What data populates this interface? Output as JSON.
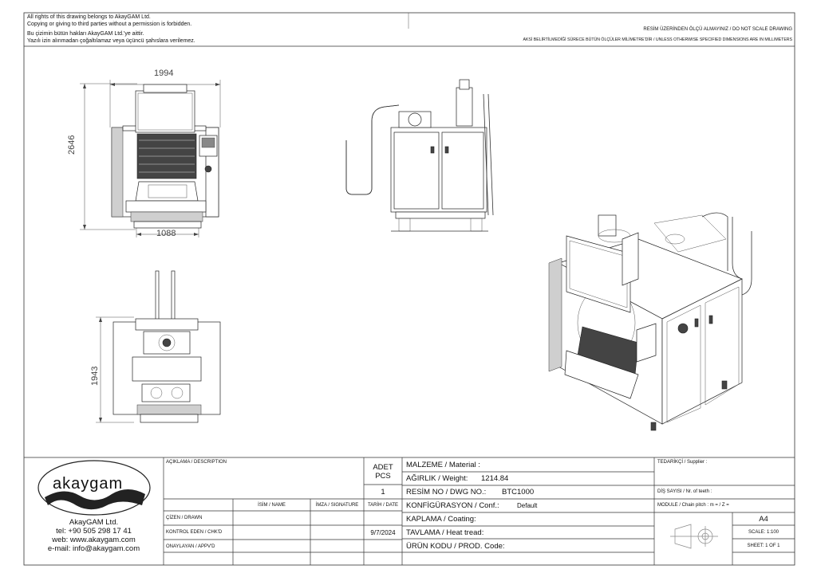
{
  "header": {
    "rights_en": "All rights of this drawing belongs to AkayGAM Ltd.",
    "copy_en": "Copying or giving to third parties without a permission is forbidden.",
    "rights_tr": "Bu çizimin bütün hakları AkayGAM Ltd.'ye aittir.",
    "copy_tr": "Yazılı izin alınmadan çoğaltılamaz veya üçüncü şahıslara verilemez.",
    "no_scale": "RESİM ÜZERİNDEN ÖLÇÜ ALMAYINIZ / DO NOT SCALE DRAWING",
    "units_note": "AKSİ BELİRTİLMEDİĞİ SÜRECE BÜTÜN ÖLÇÜLER MİLİMETRE'DİR / UNLESS OTHERWISE SPECIFIED DIMENSIONS ARE IN MILLIMETERS"
  },
  "dimensions": {
    "front_width": "1994",
    "front_height": "2646",
    "front_base": "1088",
    "top_height": "1943"
  },
  "title_block": {
    "logo_text": "akaygam",
    "company": "AkayGAM Ltd.",
    "tel": "tel: +90 505 298 17 41",
    "web": "web: www.akaygam.com",
    "email": "e-mail: info@akaygam.com",
    "description_label": "AÇIKLAMA / DESCRIPTION",
    "adet_label": "ADET",
    "pcs_label": "PCS",
    "qty": "1",
    "name_label": "İSİM / NAME",
    "signature_label": "İMZA / SIGNATURE",
    "date_label": "TARİH / DATE",
    "drawn_label": "ÇİZEN / DRAWN",
    "checked_label": "KONTROL EDEN / CHK'D",
    "approved_label": "ONAYLAYAN / APPV'D",
    "date": "9/7/2024",
    "material_label": "MALZEME / Material :",
    "weight_label": "AĞIRLIK / Weight:",
    "weight": "1214.84",
    "dwg_label": "RESİM NO / DWG NO.:",
    "dwg_no": "BTC1000",
    "conf_label": "KONFİGÜRASYON / Conf.:",
    "conf": "Default",
    "coating_label": "KAPLAMA / Coating:",
    "heat_label": "TAVLAMA / Heat tread:",
    "prod_label": "ÜRÜN KODU / PROD. Code:",
    "supplier_label": "TEDARİKÇİ / Supplier :",
    "teeth_label": "DİŞ SAYISI / Nr. of teeth :",
    "module_label": "MODULE / Chain pitch :  m =  / Z =",
    "size": "A4",
    "scale": "SCALE: 1:100",
    "sheet": "SHEET: 1 OF 1"
  }
}
